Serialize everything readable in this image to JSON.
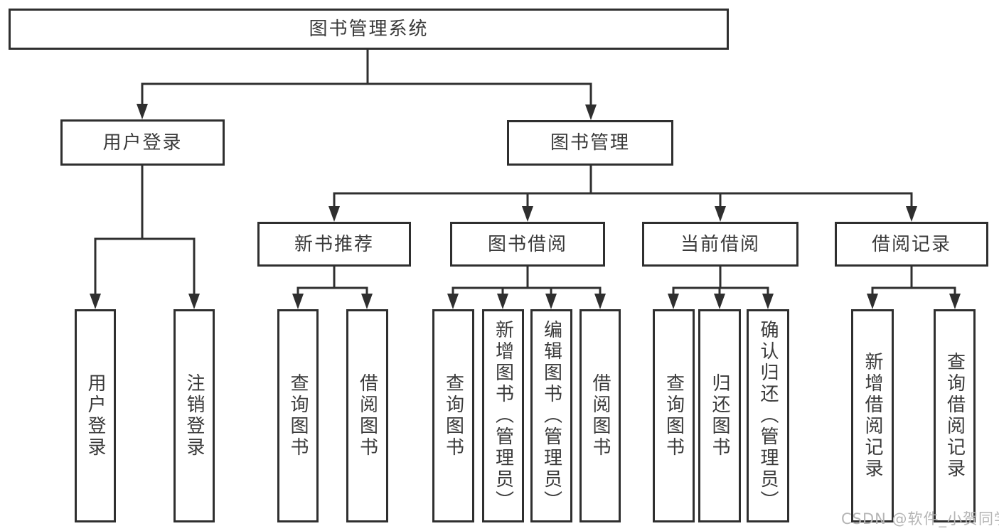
{
  "tree": {
    "root": {
      "label": "图书管理系统"
    },
    "branches": [
      {
        "label": "用户登录",
        "children": [
          {
            "label": "用户登录"
          },
          {
            "label": "注销登录"
          }
        ]
      },
      {
        "label": "图书管理",
        "children": [
          {
            "label": "新书推荐",
            "children": [
              {
                "label": "查询图书"
              },
              {
                "label": "借阅图书"
              }
            ]
          },
          {
            "label": "图书借阅",
            "children": [
              {
                "label": "查询图书"
              },
              {
                "label": "新增图书（管理员）"
              },
              {
                "label": "编辑图书（管理员）"
              },
              {
                "label": "借阅图书"
              }
            ]
          },
          {
            "label": "当前借阅",
            "children": [
              {
                "label": "查询图书"
              },
              {
                "label": "归还图书"
              },
              {
                "label": "确认归还（管理员）"
              }
            ]
          },
          {
            "label": "借阅记录",
            "children": [
              {
                "label": "新增借阅记录"
              },
              {
                "label": "查询借阅记录"
              }
            ]
          }
        ]
      }
    ]
  },
  "watermark": "CSDN @软件_小贺同学",
  "colors": {
    "line": "#2f2f2f",
    "text": "#3a3a3a",
    "watermark": "#b5b5b5",
    "background": "#ffffff"
  }
}
